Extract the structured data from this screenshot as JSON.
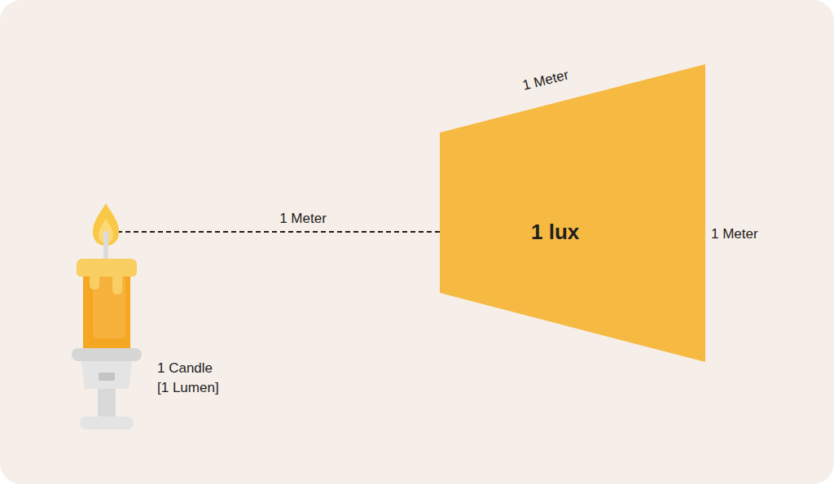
{
  "diagram": {
    "nodes": [
      {
        "text": [
          "1 Candle",
          "[1 Lumen]"
        ]
      },
      {
        "text": [
          "1 lux"
        ]
      }
    ],
    "edges": [
      {
        "from": 0,
        "to": 1,
        "arrow": "to",
        "label": "1 Meter"
      }
    ],
    "labels": [
      "1 Meter",
      "1 Meter"
    ]
  }
}
